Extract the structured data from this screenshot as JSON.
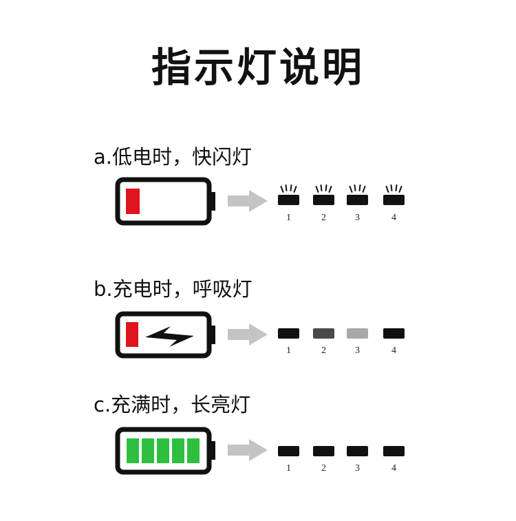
{
  "title": "指示灯说明",
  "sections": [
    {
      "label": "a.低电时，快闪灯",
      "state": "low",
      "indicators": [
        {
          "number": "1",
          "color": "#111111",
          "flashing": true
        },
        {
          "number": "2",
          "color": "#111111",
          "flashing": true
        },
        {
          "number": "3",
          "color": "#111111",
          "flashing": true
        },
        {
          "number": "4",
          "color": "#111111",
          "flashing": true
        }
      ]
    },
    {
      "label": "b.充电时，呼吸灯",
      "state": "charging",
      "indicators": [
        {
          "number": "1",
          "color": "#111111",
          "flashing": false
        },
        {
          "number": "2",
          "color": "#4a4a4a",
          "flashing": false
        },
        {
          "number": "3",
          "color": "#a8a8a8",
          "flashing": false
        },
        {
          "number": "4",
          "color": "#111111",
          "flashing": false
        }
      ]
    },
    {
      "label": "c.充满时，长亮灯",
      "state": "full",
      "indicators": [
        {
          "number": "1",
          "color": "#111111",
          "flashing": false
        },
        {
          "number": "2",
          "color": "#111111",
          "flashing": false
        },
        {
          "number": "3",
          "color": "#111111",
          "flashing": false
        },
        {
          "number": "4",
          "color": "#111111",
          "flashing": false
        }
      ]
    }
  ],
  "colors": {
    "battery_outline": "#111111",
    "low_level": "#e0141e",
    "full_level": "#2fbf3f",
    "arrow": "#c4c4c4"
  },
  "icons": [
    "battery-low-icon",
    "battery-charging-icon",
    "battery-full-icon",
    "arrow-right-icon",
    "flash-rays-icon"
  ]
}
